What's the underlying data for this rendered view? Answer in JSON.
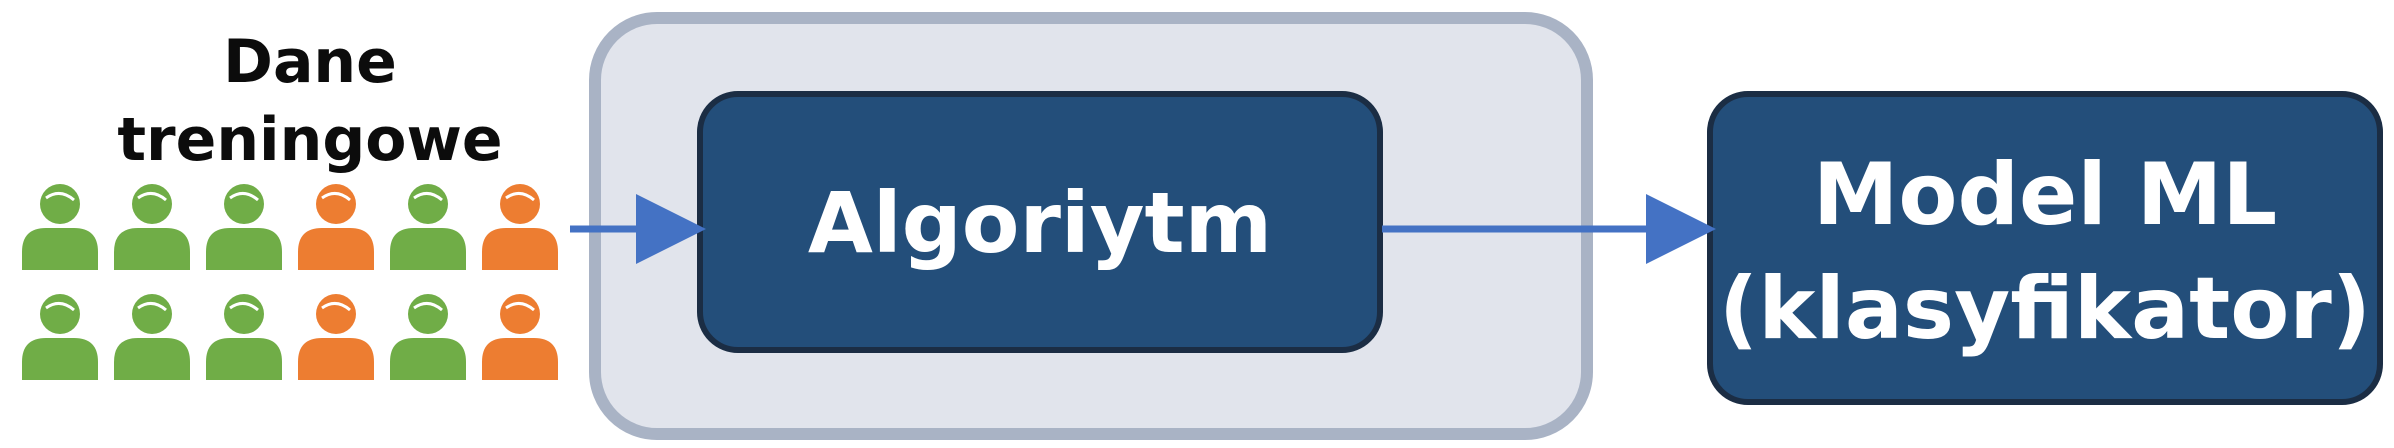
{
  "training_data": {
    "title_line1": "Dane",
    "title_line2": "treningowe",
    "people_rows": [
      [
        "green",
        "green",
        "green",
        "orange",
        "green",
        "orange"
      ],
      [
        "green",
        "green",
        "green",
        "orange",
        "green",
        "orange"
      ]
    ]
  },
  "algorithm": {
    "label": "Algoriytm"
  },
  "model": {
    "label_line1": "Model ML",
    "label_line2": "(klasyfikator)"
  },
  "colors": {
    "box_fill": "#234e7a",
    "box_stroke": "#1b2d44",
    "container_fill": "#e1e4ec",
    "container_stroke": "#a9b3c5",
    "arrow": "#4472c4",
    "person_green": "#70ad47",
    "person_orange": "#ed7d31"
  }
}
